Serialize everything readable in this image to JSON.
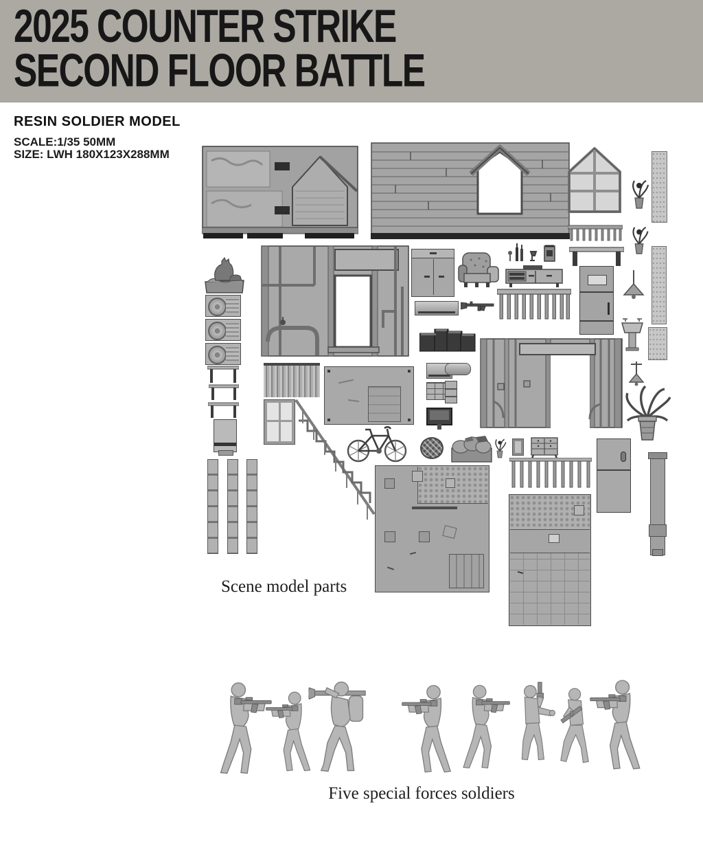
{
  "banner": {
    "line1": "2025 COUNTER STRIKE",
    "line2": "SECOND FLOOR BATTLE",
    "background": "#aca9a3",
    "text_color": "#171717"
  },
  "product": {
    "heading": "RESIN SOLDIER MODEL",
    "scale_line": "SCALE:1/35 50MM",
    "size_line": "SIZE: LWH 180X123X288MM"
  },
  "captions": {
    "scene_parts": "Scene model parts",
    "soldiers": "Five special forces soldiers"
  },
  "palette": {
    "page_background": "#ffffff",
    "part_base": "#a8a8a8",
    "part_light": "#c6c6c6",
    "part_shadow": "#5c5c5c",
    "outline": "#424242",
    "opening_white": "#ffffff"
  },
  "scene_parts": [
    "wall-panel-gable",
    "plank-wall-dormer",
    "gabled-window-frame",
    "potted-plant-small-1",
    "speckled-strip",
    "fence-railing",
    "potted-plant-small-2",
    "cat-statue",
    "air-conditioner-1",
    "air-conditioner-2",
    "air-conditioner-3",
    "pipe-wall-window",
    "wardrobe-cabinet",
    "armchair",
    "shelf-items",
    "sideboard",
    "work-table",
    "panel-door",
    "air-conditioner-long",
    "assault-rifle",
    "balustrade",
    "dark-steps",
    "pendant-lamp-1",
    "pedestal-sink",
    "chimney-column",
    "chimney-base",
    "small-table-1",
    "small-table-2",
    "small-table-3",
    "monitor-box",
    "curtain-slats",
    "four-pane-window",
    "staircase",
    "wall-board",
    "bicycle",
    "air-conditioner-small",
    "drawer-chest",
    "tv-monitor",
    "woven-stool",
    "beam",
    "mini-drawers",
    "doorway-wall",
    "pendant-lamp-2",
    "potted-palm",
    "sofa-debris",
    "potted-plant-small-3",
    "picture-frame",
    "dresser",
    "railing-ladder",
    "tall-door",
    "lamp-post",
    "brick-column-1",
    "brick-column-2",
    "brick-column-3",
    "floor-panel-a",
    "floor-panel-b"
  ],
  "soldier_figures": [
    "aiming-rifle-right",
    "aiming-rifle-left",
    "rpg-launcher-left",
    "aiming-rifle-left",
    "aiming-rifle-right",
    "pistol-raised",
    "walking-rifle",
    "aiming-rifle-left"
  ]
}
